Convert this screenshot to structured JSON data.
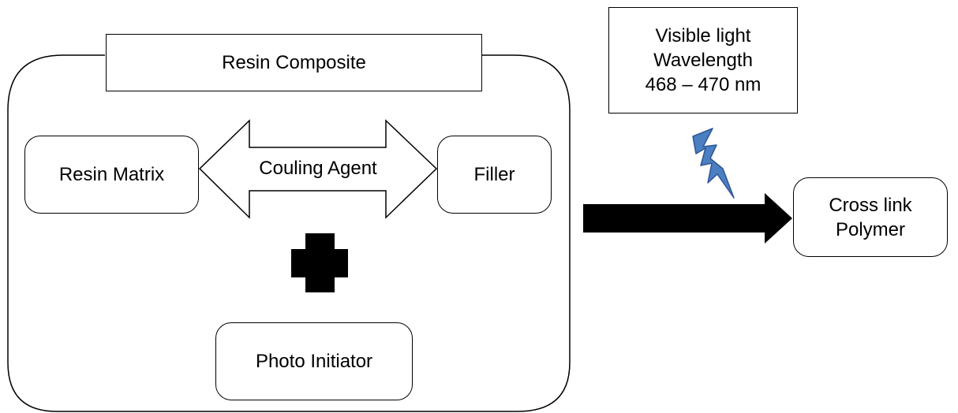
{
  "container": {
    "title": "Resin Composite"
  },
  "components": {
    "resin_matrix": "Resin Matrix",
    "coupling_agent": "Couling Agent",
    "filler": "Filler",
    "photo_initiator": "Photo Initiator"
  },
  "light_source": {
    "lines": [
      "Visible light",
      "Wavelength",
      "468 – 470 nm"
    ]
  },
  "product": {
    "lines": [
      "Cross link",
      "Polymer"
    ]
  },
  "colors": {
    "stroke": "#000000",
    "fill": "#ffffff",
    "lightning_fill": "#4a7fc1",
    "lightning_stroke": "#2f5597"
  },
  "icons": {
    "plus": "plus-icon",
    "lightning": "lightning-icon",
    "double_arrow": "double-arrow-icon",
    "arrow": "right-arrow-icon"
  }
}
